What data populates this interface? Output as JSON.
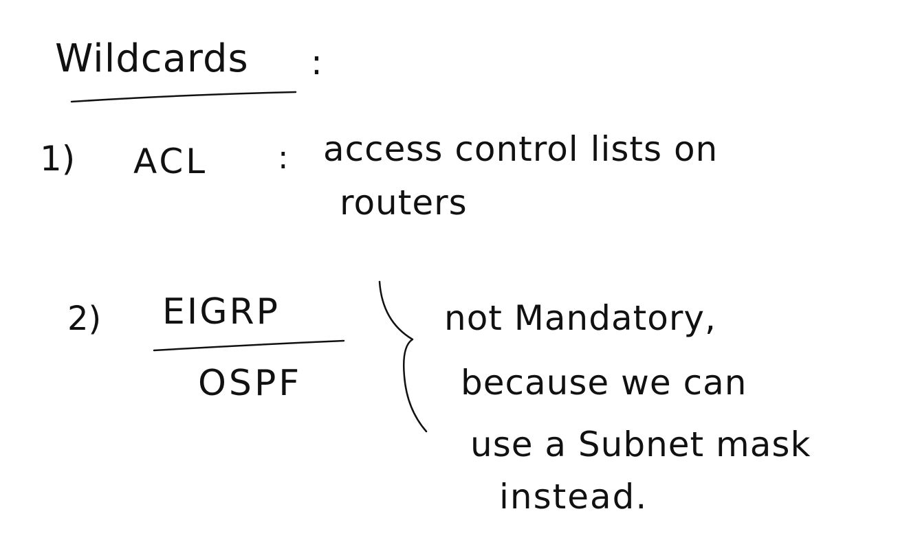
{
  "title": "Wildcards",
  "title_colon": ":",
  "items": [
    {
      "number": "1)",
      "term": "ACL",
      "separator": ":",
      "description_lines": [
        "access control lists on",
        "routers"
      ]
    },
    {
      "number": "2)",
      "term_top": "EIGRP",
      "term_bottom": "OSPF",
      "note_lines": [
        "not Mandatory,",
        "because we can",
        "use a Subnet mask",
        "instead."
      ]
    }
  ],
  "colors": {
    "ink": "#111111",
    "paper": "#ffffff"
  }
}
